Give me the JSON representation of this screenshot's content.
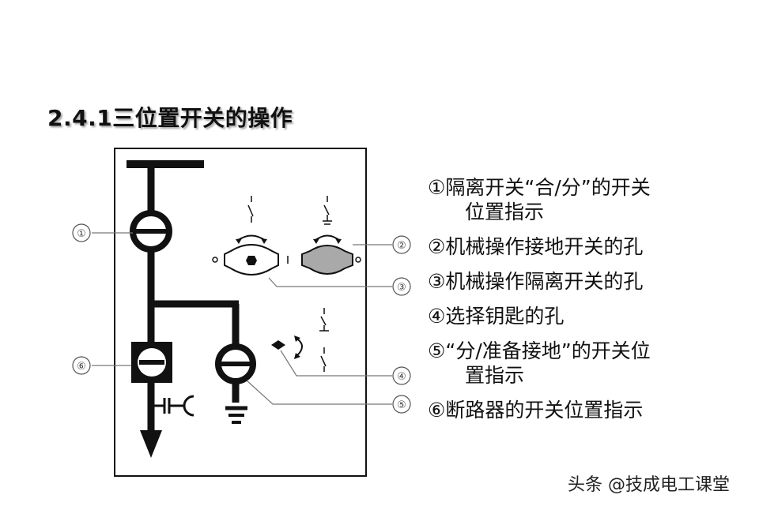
{
  "title": "2.4.1三位置开关的操作",
  "callouts": [
    "①",
    "②",
    "③",
    "④",
    "⑤",
    "⑥"
  ],
  "legend": [
    {
      "num": "①",
      "text": "隔离开关“合/分”的开关",
      "cont": "位置指示"
    },
    {
      "num": "②",
      "text": "机械操作接地开关的孔",
      "cont": ""
    },
    {
      "num": "③",
      "text": "机械操作隔离开关的孔",
      "cont": ""
    },
    {
      "num": "④",
      "text": "选择钥匙的孔",
      "cont": ""
    },
    {
      "num": "⑤",
      "text": "“分/准备接地”的开关位",
      "cont": "置指示"
    },
    {
      "num": "⑥",
      "text": "断路器的开关位置指示",
      "cont": ""
    }
  ],
  "watermark": "头条 @技成电工课堂",
  "colors": {
    "line": "#111111",
    "knob_fill": "#a9a9a9",
    "leader": "#777777"
  }
}
